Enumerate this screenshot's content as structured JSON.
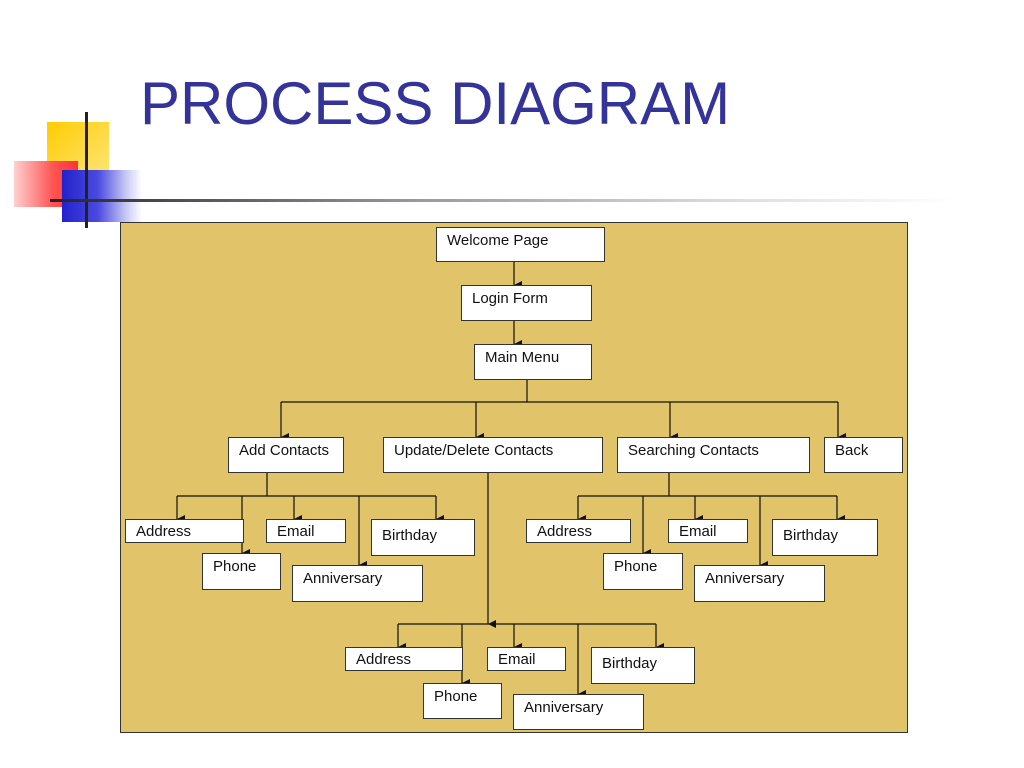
{
  "slide": {
    "title": "PROCESS DIAGRAM"
  },
  "diagram": {
    "welcome": "Welcome Page",
    "login": "Login Form",
    "main_menu": "Main Menu",
    "add_contacts": "Add Contacts",
    "update_delete_contacts": "Update/Delete Contacts",
    "searching_contacts": "Searching Contacts",
    "back": "Back",
    "add_group": {
      "address": "Address",
      "phone": "Phone",
      "email": "Email",
      "anniversary": "Anniversary",
      "birthday": "Birthday"
    },
    "search_group": {
      "address": "Address",
      "phone": "Phone",
      "email": "Email",
      "anniversary": "Anniversary",
      "birthday": "Birthday"
    },
    "update_group": {
      "address": "Address",
      "phone": "Phone",
      "email": "Email",
      "anniversary": "Anniversary",
      "birthday": "Birthday"
    }
  }
}
